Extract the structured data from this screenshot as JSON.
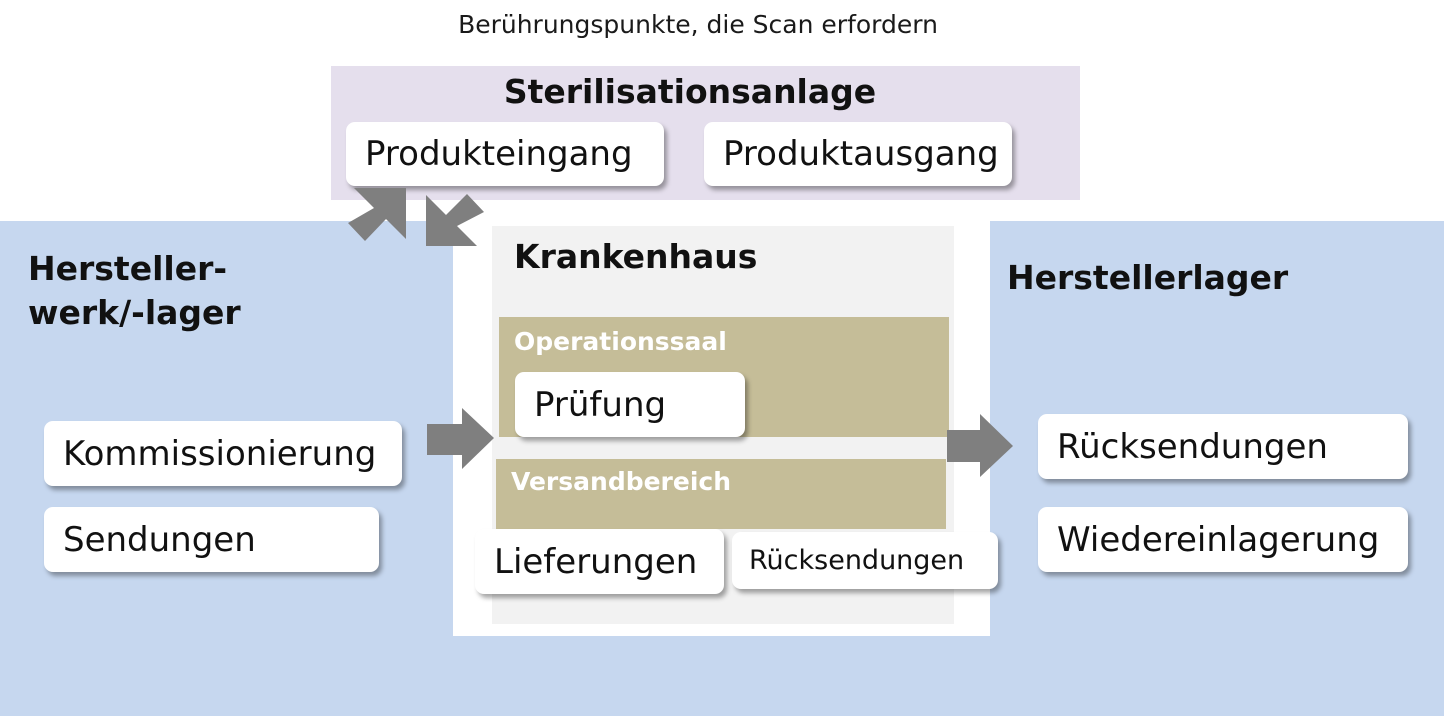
{
  "caption": "Berührungspunkte, die Scan erfordern",
  "sterilization": {
    "title": "Sterilisationsanlage",
    "items": [
      "Produkteingang",
      "Produktausgang"
    ]
  },
  "manufacturer_plant": {
    "title_line1": "Hersteller-",
    "title_line2": "werk/-lager",
    "items": [
      "Kommissionierung",
      "Sendungen"
    ]
  },
  "hospital": {
    "title": "Krankenhaus",
    "operating_room": {
      "title": "Operationssaal",
      "items": [
        "Prüfung"
      ]
    },
    "shipping_area": {
      "title": "Versandbereich",
      "items": [
        "Lieferungen",
        "Rücksendungen"
      ]
    }
  },
  "manufacturer_warehouse": {
    "title": "Herstellerlager",
    "items": [
      "Rücksendungen",
      "Wiedereinlagerung"
    ]
  },
  "colors": {
    "region_blue": "#c6d7ef",
    "region_purple": "#e5dfed",
    "region_gray": "#f2f2f2",
    "region_tan": "#c5bd98",
    "arrow_gray": "#7f7f7f"
  }
}
